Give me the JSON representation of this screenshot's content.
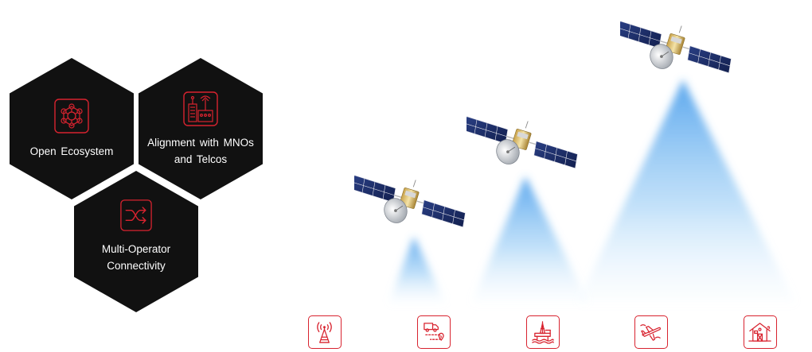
{
  "hexagons": [
    {
      "label": "Open  Ecosystem",
      "icon": "network-hub-icon"
    },
    {
      "label": "Alignment  with MNOs\nand Telcos",
      "icon": "telco-building-icon"
    },
    {
      "label": "Multi-Operator\nConnectivity",
      "icon": "shuffle-arrows-icon"
    }
  ],
  "use_case_icons": [
    "cell-tower-icon",
    "delivery-truck-route-icon",
    "offshore-rig-icon",
    "airplane-icon",
    "rural-house-icon"
  ],
  "colors": {
    "hex_fill": "#111111",
    "accent_red": "#d8232f",
    "beam_blue": "#6fb4ee",
    "panel_blue": "#1c2f6b"
  }
}
